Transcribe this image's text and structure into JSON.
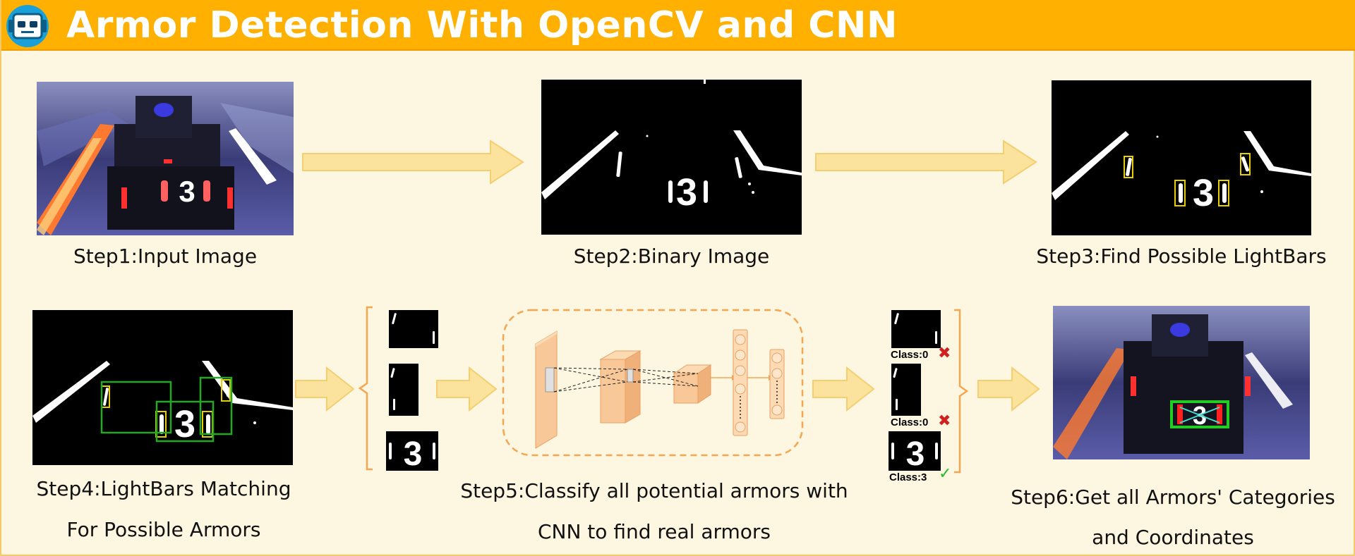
{
  "header": {
    "title": "Armor Detection With OpenCV and CNN",
    "logo": "robot-logo"
  },
  "steps": {
    "step1": "Step1:Input Image",
    "step2": "Step2:Binary Image",
    "step3": "Step3:Find Possible LightBars",
    "step4_line1": "Step4:LightBars Matching",
    "step4_line2": "For Possible Armors",
    "step5_line1": "Step5:Classify all potential armors with",
    "step5_line2": "CNN to find real armors",
    "step6_line1": "Step6:Get all Armors' Categories",
    "step6_line2": "and Coordinates"
  },
  "digit": "3",
  "classes": [
    {
      "label": "Class:0",
      "result": "cross"
    },
    {
      "label": "Class:0",
      "result": "cross"
    },
    {
      "label": "Class:3",
      "result": "check"
    }
  ],
  "colors": {
    "header": "#ffb000",
    "background": "#fdf6e1",
    "arrow": "#fbe39e",
    "bracket": "#f5a650",
    "cnn": "#f8c898",
    "match_box": "#22aa22",
    "lightbar_box": "#e8d000"
  }
}
